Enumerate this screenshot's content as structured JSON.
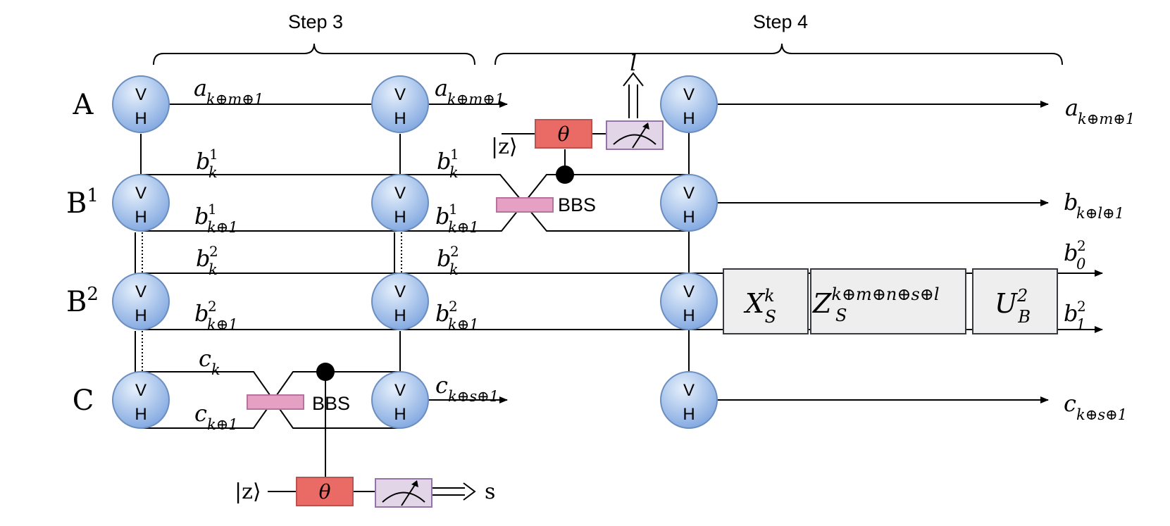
{
  "steps": {
    "step3": "Step 3",
    "step4": "Step 4"
  },
  "parties": {
    "a": "A",
    "b1": "B",
    "b1_sup": "1",
    "b2": "B",
    "b2_sup": "2",
    "c": "C"
  },
  "node": {
    "v": "V",
    "h": "H"
  },
  "bbs": {
    "upper": "BBS",
    "lower": "BBS"
  },
  "gates": {
    "theta": "θ",
    "ket": "|z⟩"
  },
  "outcomes": {
    "l": "l",
    "s": "s"
  },
  "ops": {
    "x": {
      "base": "X",
      "sup": "k",
      "sub": "S"
    },
    "z": {
      "base": "Z",
      "sup": "k⊕m⊕n⊕s⊕l",
      "sub": "S"
    },
    "u": {
      "base": "U",
      "sup": "2",
      "sub": "B"
    }
  },
  "labels": {
    "a_mid": {
      "base": "a",
      "sub": "k⊕m⊕1"
    },
    "a_out1": {
      "base": "a",
      "sub": "k⊕m⊕1"
    },
    "a_out2": {
      "base": "a",
      "sub": "k⊕m⊕1"
    },
    "b1k_a": {
      "base": "b",
      "sup": "1",
      "sub": "k"
    },
    "b1k_b": {
      "base": "b",
      "sup": "1",
      "sub": "k"
    },
    "b1k1_a": {
      "base": "b",
      "sup": "1",
      "sub": "k⊕1"
    },
    "b1k1_b": {
      "base": "b",
      "sup": "1",
      "sub": "k⊕1"
    },
    "b1_out": {
      "base": "b",
      "sub": "k⊕l⊕1"
    },
    "b2k_a": {
      "base": "b",
      "sup": "2",
      "sub": "k"
    },
    "b2k_b": {
      "base": "b",
      "sup": "2",
      "sub": "k"
    },
    "b2k1_a": {
      "base": "b",
      "sup": "2",
      "sub": "k⊕1"
    },
    "b2k1_b": {
      "base": "b",
      "sup": "2",
      "sub": "k⊕1"
    },
    "b2_out0": {
      "base": "b",
      "sup": "2",
      "sub": "0"
    },
    "b2_out1": {
      "base": "b",
      "sup": "2",
      "sub": "1"
    },
    "ck": {
      "base": "c",
      "sub": "k"
    },
    "ck1": {
      "base": "c",
      "sub": "k⊕1"
    },
    "c_out1": {
      "base": "c",
      "sub": "k⊕s⊕1"
    },
    "c_out2": {
      "base": "c",
      "sub": "k⊕s⊕1"
    }
  }
}
